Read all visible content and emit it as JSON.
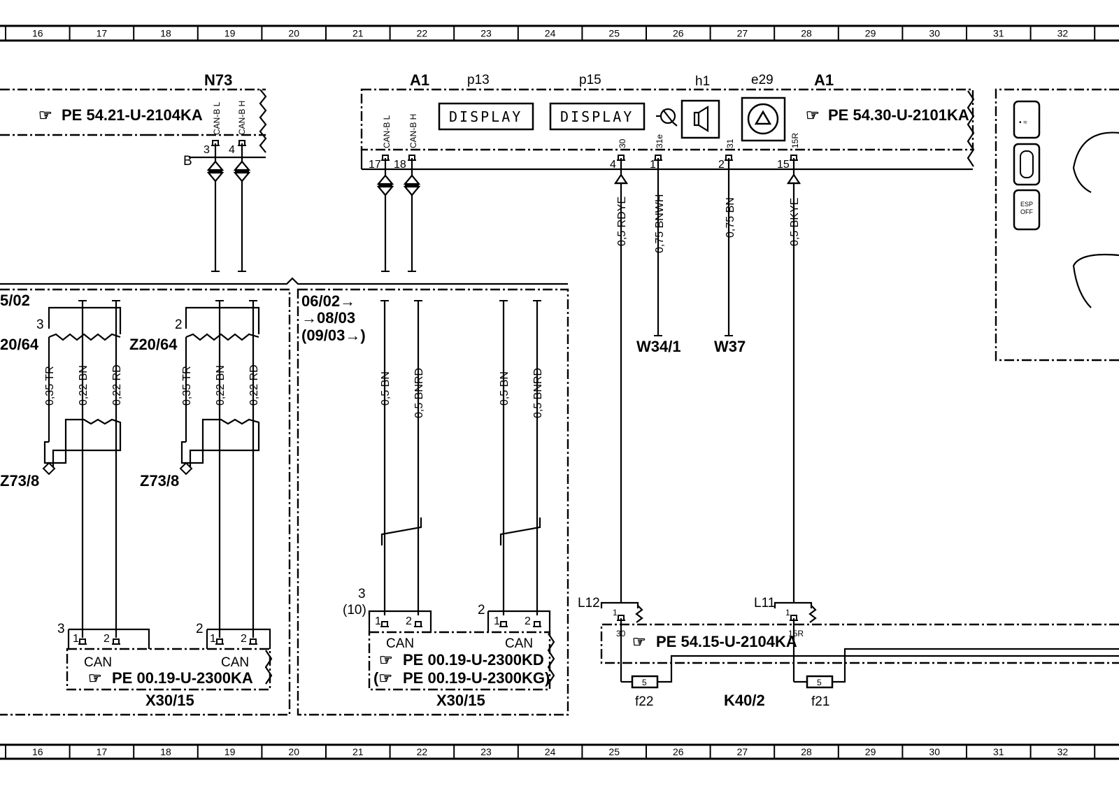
{
  "ruler": [
    "16",
    "17",
    "18",
    "19",
    "20",
    "21",
    "22",
    "23",
    "24",
    "25",
    "26",
    "27",
    "28",
    "29",
    "30",
    "31",
    "32"
  ],
  "modules": {
    "n73": {
      "name": "N73",
      "ref": "PE  54.21-U-2104KA",
      "b_label": "B",
      "pins": [
        {
          "num": "3",
          "sig": "CAN-B L"
        },
        {
          "num": "4",
          "sig": "CAN-B H"
        }
      ]
    },
    "a1": {
      "name": "A1",
      "name2": "A1",
      "ref": "PE  54.30-U-2101KA",
      "parts": {
        "p13": "p13",
        "p15": "p15",
        "h1": "h1",
        "e29": "e29"
      },
      "display": "DISPLAY",
      "pins": [
        {
          "num": "17",
          "sig": "CAN-B L"
        },
        {
          "num": "18",
          "sig": "CAN-B H"
        },
        {
          "num": "4",
          "sig": "30"
        },
        {
          "num": "1",
          "sig": "31e"
        },
        {
          "num": "2",
          "sig": "31"
        },
        {
          "num": "15",
          "sig": "15R"
        }
      ]
    },
    "k40": {
      "name": "K40/2",
      "ref": "PE  54.15-U-2104KA",
      "l12": "L12",
      "l11": "L11",
      "pin30": "30",
      "pin15r": "15R",
      "fuses": [
        {
          "name": "f22",
          "value": "5"
        },
        {
          "name": "f21",
          "value": "5"
        }
      ],
      "pin1": "1"
    }
  },
  "wires": {
    "rdye": "0,5  RDYE",
    "bnwh": "0,75  BNWH",
    "bn075": "0,75  BN",
    "bkye": "0,5  BKYE",
    "w34": "W34/1",
    "w37": "W37"
  },
  "left_section": {
    "date": "5/02",
    "z20a": "20/64",
    "z20b": "Z20/64",
    "z73a": "Z73/8",
    "z73b": "Z73/8",
    "num3": "3",
    "num2": "2",
    "w_tr": "0,35  TR",
    "w_bn": "0,22  BN",
    "w_rd": "0,22  RD",
    "conn_num3": "3",
    "conn_num2": "2",
    "pin1": "1",
    "pin2": "2",
    "can": "CAN",
    "ref": "PE  00.19-U-2300KA",
    "x30": "X30/15"
  },
  "mid_section": {
    "date1": "06/02→",
    "date2": "→08/03",
    "date3": "(09/03→)",
    "w_bn": "0,5  BN",
    "w_bnrd": "0,5  BNRD",
    "num3": "3",
    "num10": "(10)",
    "num2": "2",
    "pin1": "1",
    "pin2": "2",
    "can": "CAN",
    "ref1": "PE  00.19-U-2300KD",
    "ref2": "PE  00.19-U-2300KG)",
    "x30": "X30/15"
  },
  "colors": {
    "ink": "#000000",
    "paper": "#ffffff"
  }
}
